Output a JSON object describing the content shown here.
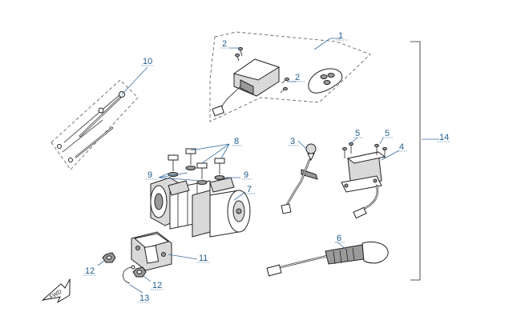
{
  "callouts": {
    "c1": "1",
    "c2a": "2",
    "c2b": "2",
    "c3": "3",
    "c4": "4",
    "c5a": "5",
    "c5b": "5",
    "c6": "6",
    "c7": "7",
    "c8": "8",
    "c9a": "9",
    "c9b": "9",
    "c10": "10",
    "c11": "11",
    "c12a": "12",
    "c12b": "12",
    "c13": "13",
    "c14": "14"
  },
  "front_marker": "FWD"
}
